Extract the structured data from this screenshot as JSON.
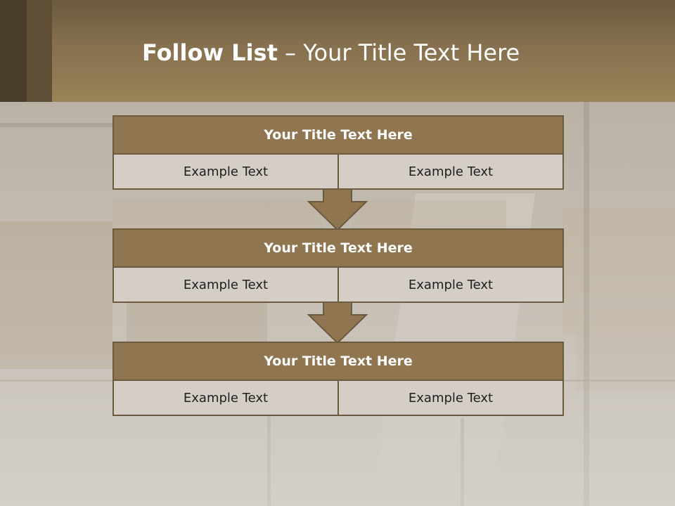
{
  "slide": {
    "title_strong": "Follow List",
    "title_rest": " – Your Title Text Here"
  },
  "blocks": [
    {
      "title": "Your Title Text Here",
      "cells": [
        "Example Text",
        "Example Text"
      ]
    },
    {
      "title": "Your Title Text Here",
      "cells": [
        "Example Text",
        "Example Text"
      ]
    },
    {
      "title": "Your Title Text Here",
      "cells": [
        "Example Text",
        "Example Text"
      ]
    }
  ],
  "colors": {
    "header": "#86704f",
    "block_title": "#8f7650",
    "block_border": "#6c5a3e",
    "cell_fill": "#d4cec6",
    "arrow": "#8f7650"
  }
}
